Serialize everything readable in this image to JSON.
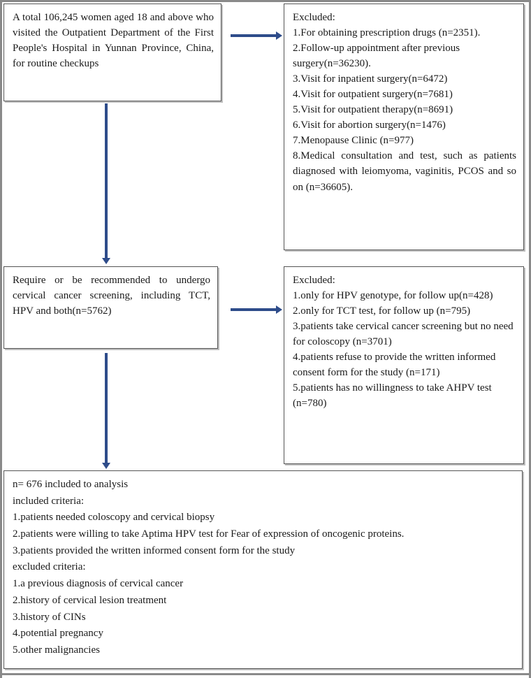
{
  "diagram": {
    "title": "Participant selection flow diagram",
    "accent_color": "#2E4C8A",
    "border_color": "#555555"
  },
  "nodes": {
    "screened": {
      "text": "A total 106,245 women aged 18 and above who visited the Outpatient Department of the First People's Hospital in Yunnan Province, China, for routine checkups"
    },
    "excluded_first": {
      "heading": "Excluded:",
      "items": [
        "1.For obtaining prescription drugs (n=2351).",
        "2.Follow-up appointment after previous surgery(n=36230).",
        "3.Visit for inpatient surgery(n=6472)",
        "4.Visit for outpatient surgery(n=7681)",
        "5.Visit for outpatient therapy(n=8691)",
        "6.Visit for abortion surgery(n=1476)",
        "7.Menopause Clinic (n=977)",
        "8.Medical consultation and test, such as patients diagnosed with leiomyoma, vaginitis, PCOS and so on (n=36605)."
      ]
    },
    "eligible": {
      "text": "Require or be recommended to undergo cervical cancer screening, including TCT, HPV and both(n=5762)"
    },
    "excluded_second": {
      "heading": "Excluded:",
      "items": [
        "1.only for HPV genotype, for follow up(n=428)",
        "2.only for TCT test, for follow up (n=795)",
        "3.patients take cervical cancer screening but no need for coloscopy (n=3701)",
        "4.patients refuse to provide the written informed consent form for the study (n=171)",
        "5.patients has no willingness to take AHPV test (n=780)"
      ]
    },
    "included": {
      "headline": "n= 676 included to analysis",
      "included_label": "included criteria:",
      "included_items": [
        "1.patients needed coloscopy and cervical biopsy",
        "2.patients were willing to take Aptima HPV test for Fear of expression of oncogenic proteins.",
        "3.patients provided the written informed consent form for the study"
      ],
      "excluded_label": "excluded criteria:",
      "excluded_items": [
        "1.a previous diagnosis of cervical cancer",
        "2.history of cervical lesion treatment",
        "3.history of CINs",
        "4.potential pregnancy",
        "5.other malignancies"
      ]
    }
  },
  "connectors": [
    {
      "name": "screened-to-excluded-first",
      "direction": "right"
    },
    {
      "name": "screened-to-eligible",
      "direction": "down"
    },
    {
      "name": "eligible-to-excluded-second",
      "direction": "right"
    },
    {
      "name": "eligible-to-included",
      "direction": "down"
    }
  ]
}
